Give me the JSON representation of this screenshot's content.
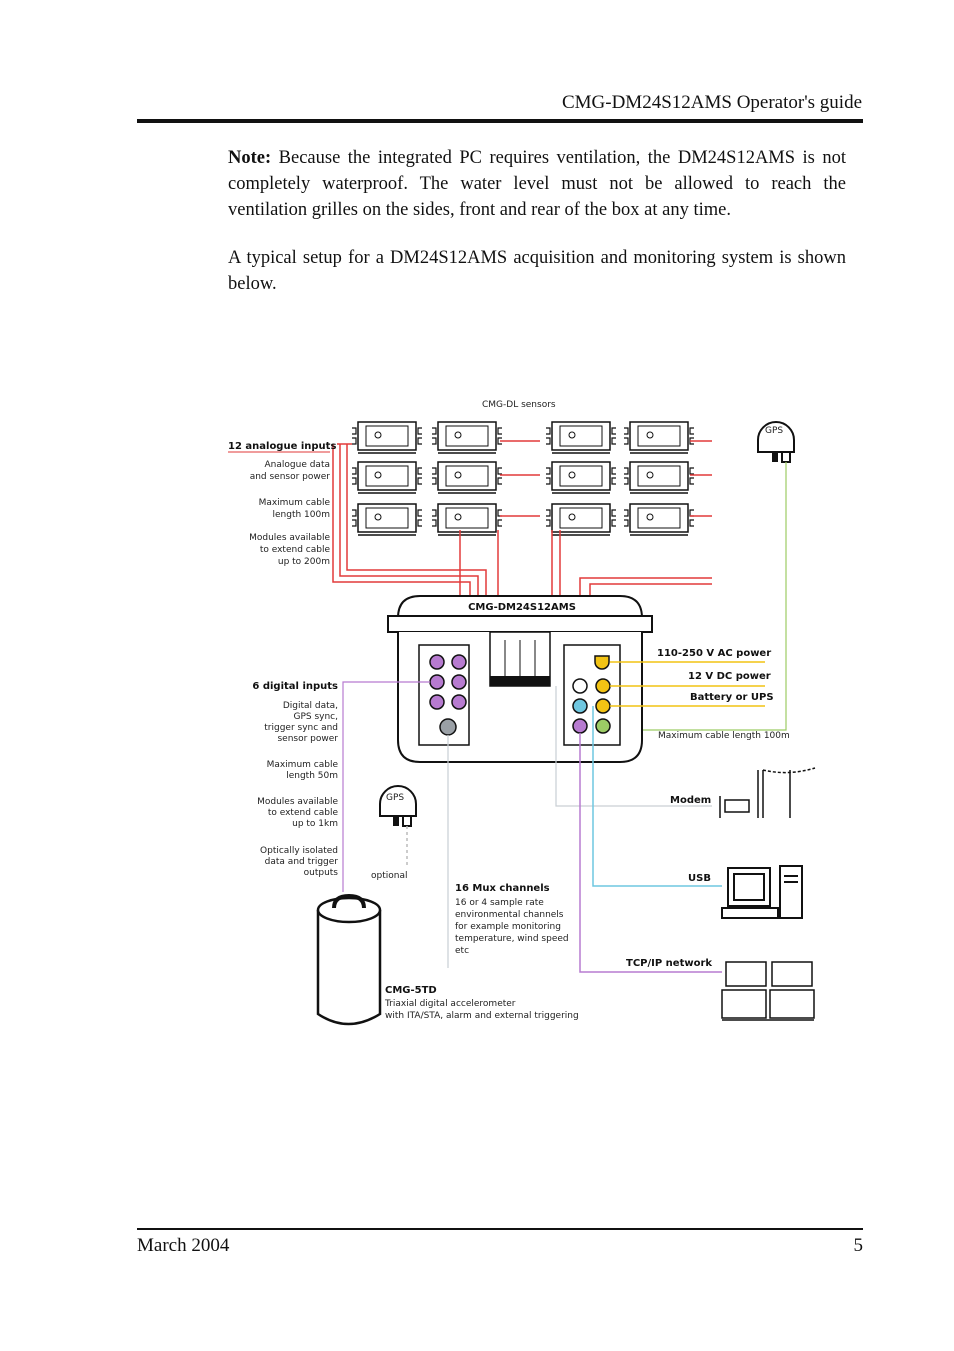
{
  "header": {
    "title": "CMG-DM24S12AMS Operator's guide"
  },
  "body": {
    "note_label": "Note:",
    "note_text": "Because the integrated PC requires ventilation, the DM24S12AMS is not completely waterproof. The water level must not be allowed to reach the ventilation grilles on the sides, front and rear of the box at any time.",
    "paragraph": "A typical setup for a DM24S12AMS acquisition and monitoring system is shown below."
  },
  "diagram": {
    "sensors_title": "CMG-DL sensors",
    "analog_inputs": "12 analogue inputs",
    "analog_desc": [
      "Analogue data",
      "and sensor power"
    ],
    "max_cable": [
      "Maximum cable",
      "length 100m"
    ],
    "modules_cable": [
      "Modules available",
      "to extend cable",
      "up to 200m"
    ],
    "unit_name": "CMG-DM24S12AMS",
    "ac_power": "110-250 V AC power",
    "dc_power": "12 V DC power",
    "battery": "Battery or UPS",
    "gps_cable": "Maximum cable length 100m",
    "gps_top": "GPS",
    "gps_left": "GPS",
    "digital_inputs": "6 digital inputs",
    "digital_desc": [
      "Digital data,",
      "GPS sync,",
      "trigger sync and",
      "sensor power"
    ],
    "max_cable_2": [
      "Maximum cable",
      "length 50m"
    ],
    "modules_cable_2": [
      "Modules available",
      "to extend cable",
      "up to 1km"
    ],
    "opto": [
      "Optically isolated",
      "data and trigger",
      "outputs"
    ],
    "optional": "optional",
    "mux_title": "16 Mux channels",
    "mux_desc": [
      "16 or 4 sample rate",
      "environmental channels",
      "for example monitoring",
      "temperature, wind speed",
      "etc"
    ],
    "modem": "Modem",
    "usb": "USB",
    "tcpip": "TCP/IP network",
    "std_name": "CMG-5TD",
    "std_desc": [
      "Triaxial digital accelerometer",
      "with ITA/STA, alarm and external triggering"
    ],
    "colors": {
      "red": "#e23a3a",
      "yellow": "#f2c314",
      "purple": "#b77bd0",
      "cyan": "#6fc7e0",
      "green": "#9ccc65",
      "gray": "#9aa0a6"
    }
  },
  "footer": {
    "date": "March 2004",
    "page": "5"
  }
}
